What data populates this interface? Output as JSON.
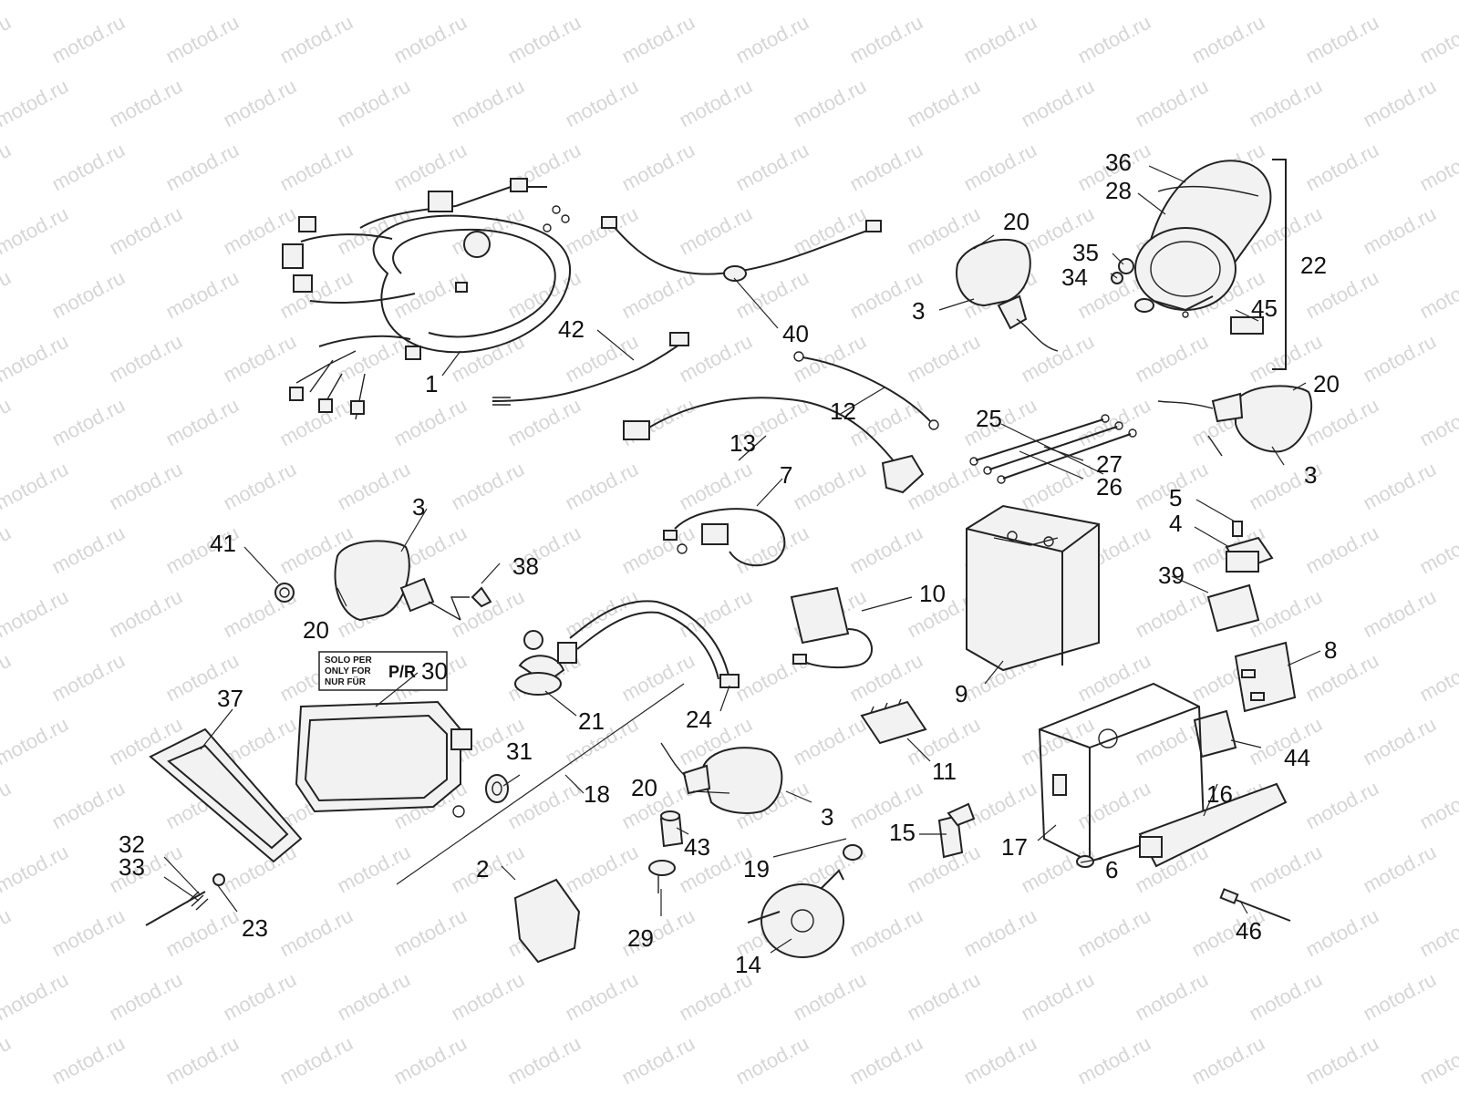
{
  "watermark": "motod.ru",
  "note": {
    "lines": [
      "SOLO PER",
      "ONLY FOR",
      "NUR FÜR"
    ],
    "code": "P/R"
  },
  "callouts": [
    {
      "id": "c1",
      "text": "1"
    },
    {
      "id": "c2",
      "text": "2"
    },
    {
      "id": "c3a",
      "text": "3"
    },
    {
      "id": "c3b",
      "text": "3"
    },
    {
      "id": "c3c",
      "text": "3"
    },
    {
      "id": "c3d",
      "text": "3"
    },
    {
      "id": "c4",
      "text": "4"
    },
    {
      "id": "c5",
      "text": "5"
    },
    {
      "id": "c6",
      "text": "6"
    },
    {
      "id": "c7",
      "text": "7"
    },
    {
      "id": "c8",
      "text": "8"
    },
    {
      "id": "c9",
      "text": "9"
    },
    {
      "id": "c10",
      "text": "10"
    },
    {
      "id": "c11",
      "text": "11"
    },
    {
      "id": "c12",
      "text": "12"
    },
    {
      "id": "c13",
      "text": "13"
    },
    {
      "id": "c14",
      "text": "14"
    },
    {
      "id": "c15",
      "text": "15"
    },
    {
      "id": "c16",
      "text": "16"
    },
    {
      "id": "c17",
      "text": "17"
    },
    {
      "id": "c18",
      "text": "18"
    },
    {
      "id": "c19",
      "text": "19"
    },
    {
      "id": "c20a",
      "text": "20"
    },
    {
      "id": "c20b",
      "text": "20"
    },
    {
      "id": "c20c",
      "text": "20"
    },
    {
      "id": "c20d",
      "text": "20"
    },
    {
      "id": "c21",
      "text": "21"
    },
    {
      "id": "c22",
      "text": "22"
    },
    {
      "id": "c23",
      "text": "23"
    },
    {
      "id": "c24",
      "text": "24"
    },
    {
      "id": "c25",
      "text": "25"
    },
    {
      "id": "c26",
      "text": "26"
    },
    {
      "id": "c27",
      "text": "27"
    },
    {
      "id": "c28",
      "text": "28"
    },
    {
      "id": "c29",
      "text": "29"
    },
    {
      "id": "c30",
      "text": "30"
    },
    {
      "id": "c31",
      "text": "31"
    },
    {
      "id": "c32",
      "text": "32"
    },
    {
      "id": "c33",
      "text": "33"
    },
    {
      "id": "c34",
      "text": "34"
    },
    {
      "id": "c35",
      "text": "35"
    },
    {
      "id": "c36",
      "text": "36"
    },
    {
      "id": "c37",
      "text": "37"
    },
    {
      "id": "c38",
      "text": "38"
    },
    {
      "id": "c39",
      "text": "39"
    },
    {
      "id": "c40",
      "text": "40"
    },
    {
      "id": "c41",
      "text": "41"
    },
    {
      "id": "c42",
      "text": "42"
    },
    {
      "id": "c43",
      "text": "43"
    },
    {
      "id": "c44",
      "text": "44"
    },
    {
      "id": "c45",
      "text": "45"
    },
    {
      "id": "c46",
      "text": "46"
    }
  ]
}
